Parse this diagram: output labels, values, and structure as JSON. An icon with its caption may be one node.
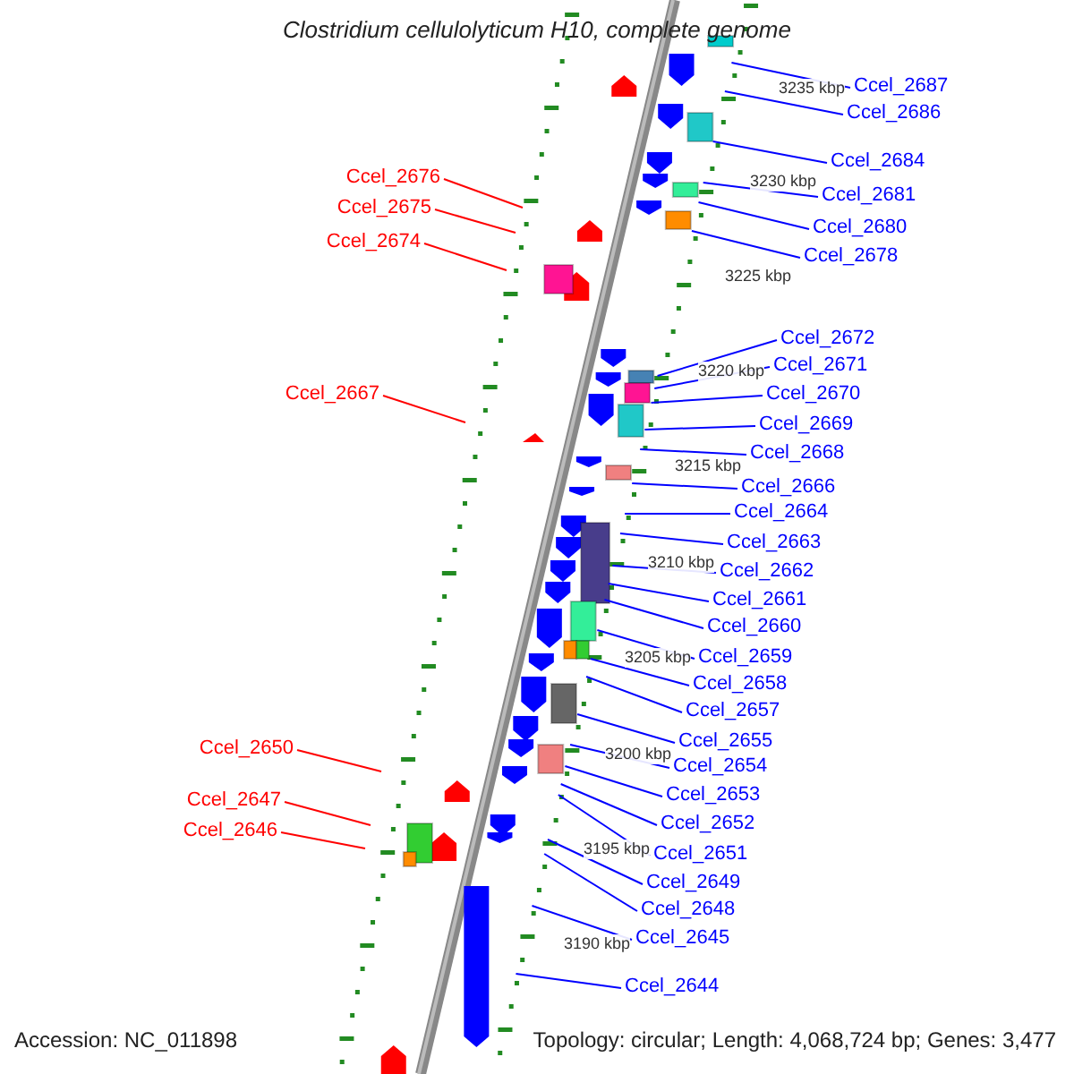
{
  "diagram": {
    "title": "Clostridium cellulolyticum H10, complete genome",
    "nodes": [
      {
        "text": [
          "Ccel_2687"
        ]
      },
      {
        "text": [
          "Ccel_2686"
        ]
      },
      {
        "text": [
          "Ccel_2684"
        ]
      },
      {
        "text": [
          "Ccel_2681"
        ]
      },
      {
        "text": [
          "Ccel_2680"
        ]
      },
      {
        "text": [
          "Ccel_2678"
        ]
      },
      {
        "text": [
          "Ccel_2672"
        ]
      },
      {
        "text": [
          "Ccel_2671"
        ]
      },
      {
        "text": [
          "Ccel_2670"
        ]
      },
      {
        "text": [
          "Ccel_2669"
        ]
      },
      {
        "text": [
          "Ccel_2668"
        ]
      },
      {
        "text": [
          "Ccel_2666"
        ]
      },
      {
        "text": [
          "Ccel_2664"
        ]
      },
      {
        "text": [
          "Ccel_2663"
        ]
      },
      {
        "text": [
          "Ccel_2662"
        ]
      },
      {
        "text": [
          "Ccel_2661"
        ]
      },
      {
        "text": [
          "Ccel_2660"
        ]
      },
      {
        "text": [
          "Ccel_2659"
        ]
      },
      {
        "text": [
          "Ccel_2658"
        ]
      },
      {
        "text": [
          "Ccel_2657"
        ]
      },
      {
        "text": [
          "Ccel_2655"
        ]
      },
      {
        "text": [
          "Ccel_2654"
        ]
      },
      {
        "text": [
          "Ccel_2653"
        ]
      },
      {
        "text": [
          "Ccel_2652"
        ]
      },
      {
        "text": [
          "Ccel_2651"
        ]
      },
      {
        "text": [
          "Ccel_2649"
        ]
      },
      {
        "text": [
          "Ccel_2648"
        ]
      },
      {
        "text": [
          "Ccel_2645"
        ]
      },
      {
        "text": [
          "Ccel_2644"
        ]
      },
      {
        "text": [
          "Ccel_2676"
        ]
      },
      {
        "text": [
          "Ccel_2675"
        ]
      },
      {
        "text": [
          "Ccel_2674"
        ]
      },
      {
        "text": [
          "Ccel_2667"
        ]
      },
      {
        "text": [
          "Ccel_2650"
        ]
      },
      {
        "text": [
          "Ccel_2647"
        ]
      },
      {
        "text": [
          "Ccel_2646"
        ]
      }
    ],
    "edges": [
      {
        "from": 0,
        "to": null,
        "arrow": "none"
      },
      {
        "from": 1,
        "to": null,
        "arrow": "none"
      },
      {
        "from": 2,
        "to": null,
        "arrow": "none"
      },
      {
        "from": 3,
        "to": null,
        "arrow": "none"
      },
      {
        "from": 4,
        "to": null,
        "arrow": "none"
      },
      {
        "from": 5,
        "to": null,
        "arrow": "none"
      },
      {
        "from": 6,
        "to": null,
        "arrow": "none"
      },
      {
        "from": 7,
        "to": null,
        "arrow": "none"
      },
      {
        "from": 8,
        "to": null,
        "arrow": "none"
      },
      {
        "from": 9,
        "to": null,
        "arrow": "none"
      },
      {
        "from": 10,
        "to": null,
        "arrow": "none"
      },
      {
        "from": 11,
        "to": null,
        "arrow": "none"
      },
      {
        "from": 12,
        "to": null,
        "arrow": "none"
      },
      {
        "from": 13,
        "to": null,
        "arrow": "none"
      },
      {
        "from": 14,
        "to": null,
        "arrow": "none"
      },
      {
        "from": 15,
        "to": null,
        "arrow": "none"
      },
      {
        "from": 16,
        "to": null,
        "arrow": "none"
      },
      {
        "from": 17,
        "to": null,
        "arrow": "none"
      },
      {
        "from": 18,
        "to": null,
        "arrow": "none"
      },
      {
        "from": 19,
        "to": null,
        "arrow": "none"
      },
      {
        "from": 20,
        "to": null,
        "arrow": "none"
      },
      {
        "from": 21,
        "to": null,
        "arrow": "none"
      },
      {
        "from": 22,
        "to": null,
        "arrow": "none"
      },
      {
        "from": 23,
        "to": null,
        "arrow": "none"
      },
      {
        "from": 24,
        "to": null,
        "arrow": "none"
      },
      {
        "from": 25,
        "to": null,
        "arrow": "none"
      },
      {
        "from": 26,
        "to": null,
        "arrow": "none"
      },
      {
        "from": 27,
        "to": null,
        "arrow": "none"
      },
      {
        "from": 28,
        "to": null,
        "arrow": "none"
      },
      {
        "from": 29,
        "to": null,
        "arrow": "none",
        "color": "#ff0000"
      },
      {
        "from": 30,
        "to": null,
        "arrow": "none",
        "color": "#ff0000"
      },
      {
        "from": 31,
        "to": null,
        "arrow": "none",
        "color": "#ff0000"
      },
      {
        "from": 32,
        "to": null,
        "arrow": "none",
        "color": "#ff0000"
      },
      {
        "from": 33,
        "to": null,
        "arrow": "none",
        "color": "#ff0000"
      },
      {
        "from": 34,
        "to": null,
        "arrow": "none",
        "color": "#ff0000"
      },
      {
        "from": 35,
        "to": null,
        "arrow": "none",
        "color": "#ff0000"
      }
    ],
    "labels": [
      "3235 kbp",
      "3230 kbp",
      "3225 kbp",
      "3220 kbp",
      "3215 kbp",
      "3210 kbp",
      "3205 kbp",
      "3200 kbp",
      "3195 kbp",
      "3190 kbp",
      "Accession: NC_011898",
      "Topology: circular; Length: 4,068,724 bp; Genes: 3,477"
    ]
  }
}
